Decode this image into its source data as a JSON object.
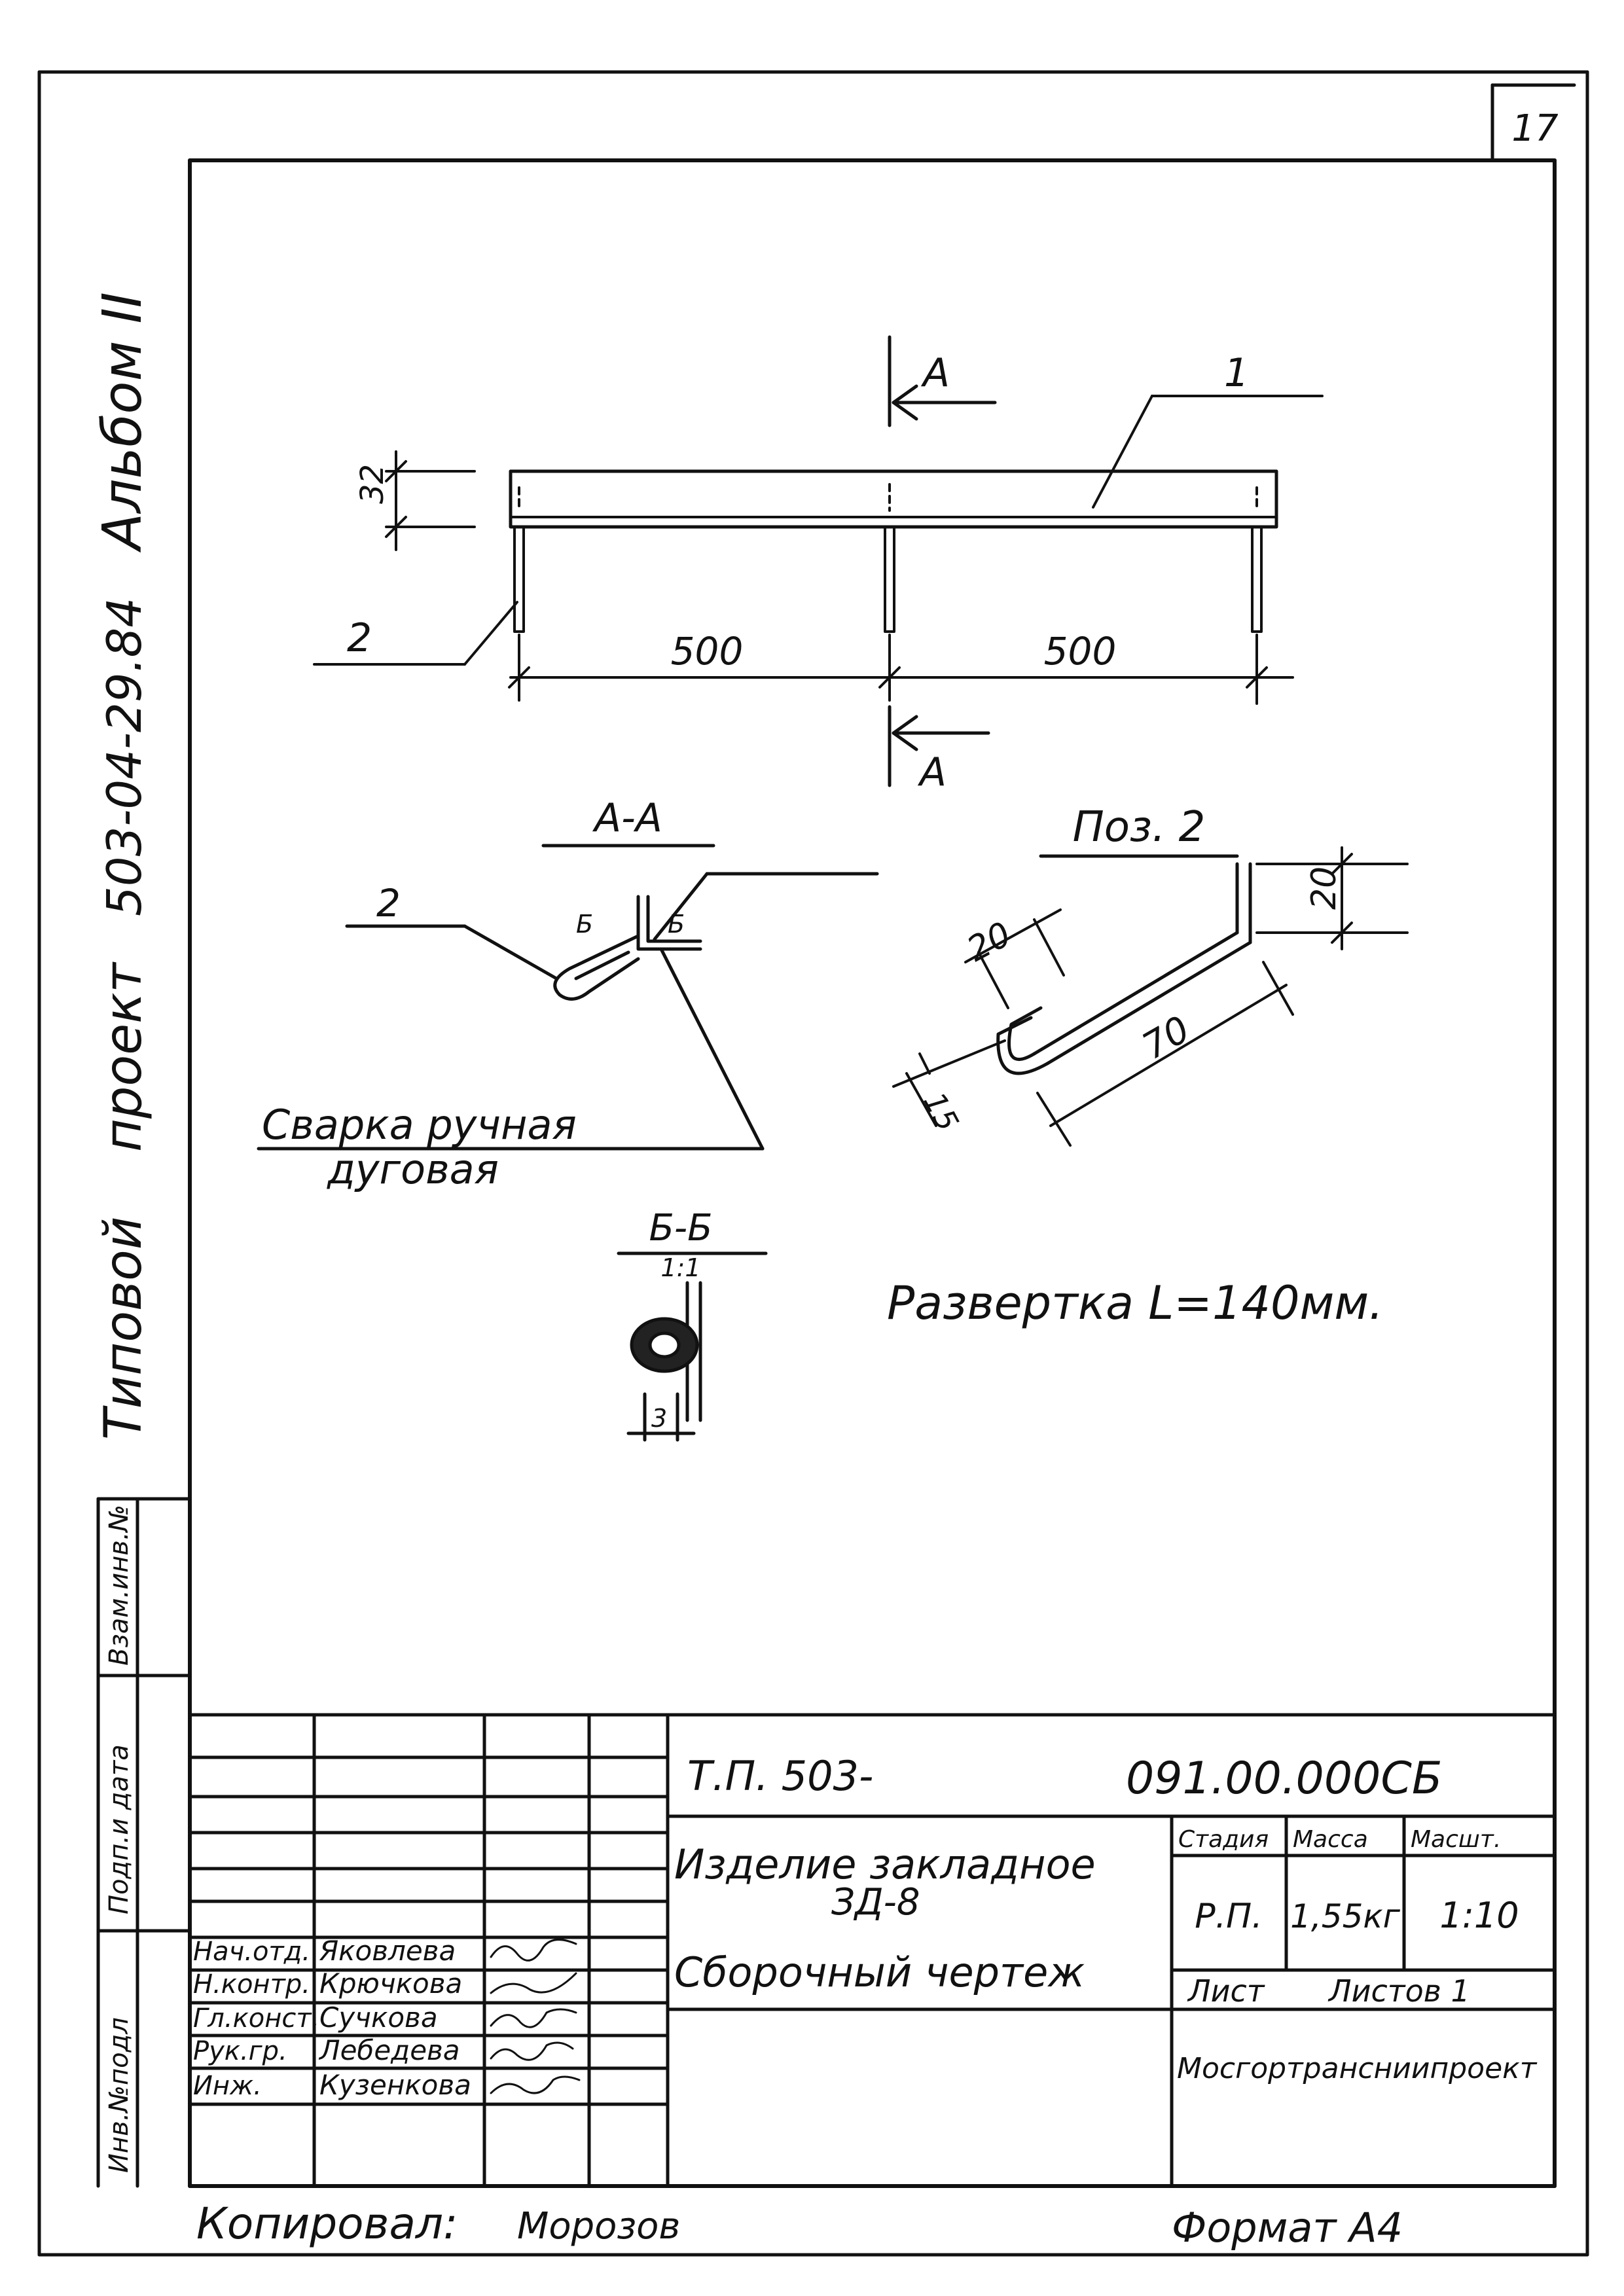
{
  "page_number": "17",
  "side_title": {
    "left": "Типовой",
    "middle": "проект",
    "project_number": "503-04-29.84",
    "album": "Альбом II"
  },
  "drawing": {
    "leader_1": "1",
    "leader_2_top": "2",
    "section_mark_top": "А",
    "section_mark_bottom": "А",
    "dim_height": "32",
    "dim_span_left": "500",
    "dim_span_right": "500",
    "section_aa_title": "А-А",
    "section_aa_leader": "2",
    "section_aa_note_1": "Б",
    "section_aa_note_2": "Б",
    "weld_note_line1": "Сварка ручная",
    "weld_note_line2": "дуговая",
    "section_bb_title": "Б-Б",
    "section_bb_scale": "1:1",
    "section_bb_dim": "3",
    "pos2_title": "Поз. 2",
    "pos2_dim_20a": "20",
    "pos2_dim_20b": "20",
    "pos2_dim_15": "15",
    "pos2_dim_70": "70",
    "development_note": "Развертка L=140мм."
  },
  "left_strip": {
    "inv_orig": "Инв.№подл",
    "sign_date": "Подп.и дата",
    "replace_inv": "Взам.инв.№"
  },
  "title_block": {
    "doc_code_left": "Т.П. 503-",
    "doc_code_right": "091.00.000СБ",
    "item_name_line1": "Изделие закладное",
    "item_name_line2": "ЗД-8",
    "item_name_line3": "Сборочный чертеж",
    "headers": {
      "stage": "Стадия",
      "mass": "Масса",
      "scale": "Масшт."
    },
    "values": {
      "stage": "Р.П.",
      "mass": "1,55кг",
      "scale": "1:10"
    },
    "sheet_label": "Лист",
    "sheets_label": "Листов 1",
    "organization": "Мосгортрансниипроект",
    "roles": [
      {
        "role": "Нач.отд.",
        "name": "Яковлева"
      },
      {
        "role": "Н.контр.",
        "name": "Крючкова"
      },
      {
        "role": "Гл.конст.",
        "name": "Сучкова"
      },
      {
        "role": "Рук.гр.",
        "name": "Лебедева"
      },
      {
        "role": "Инж.",
        "name": "Кузенкова"
      }
    ]
  },
  "footer": {
    "copied_label": "Копировал:",
    "copied_name": "Морозов",
    "format": "Формат А4"
  }
}
